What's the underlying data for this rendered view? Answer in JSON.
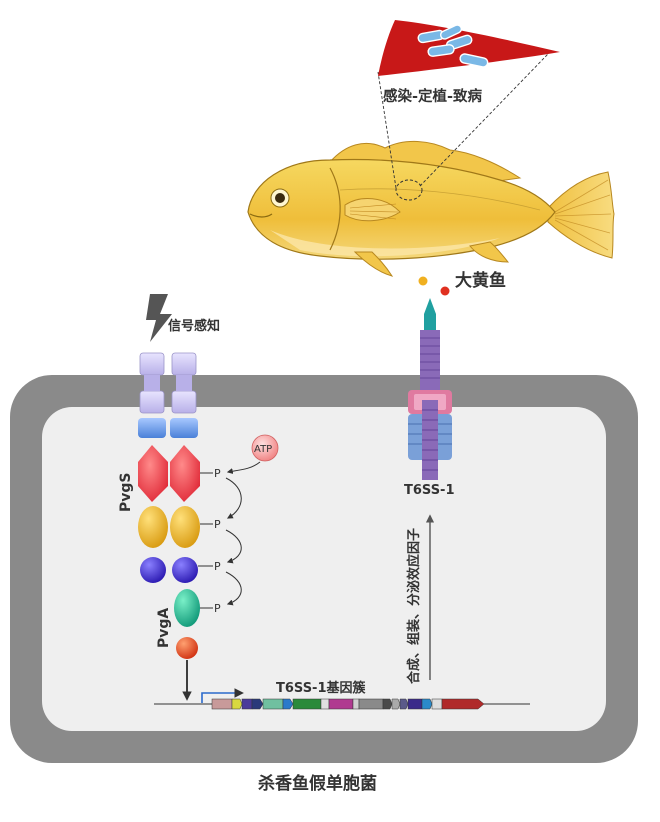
{
  "labels": {
    "infection_process": "感染-定植-致病",
    "fish_name": "大黄鱼",
    "signal_sensing": "信号感知",
    "atp": "ATP",
    "pvgs": "PvgS",
    "pvga": "PvgA",
    "phospho": "P",
    "t6ss": "T6SS-1",
    "gene_cluster": "T6SS-1基因簇",
    "effector_process": "合成、组装、分泌效应因子",
    "bacterium": "杀香鱼假单胞菌"
  },
  "colors": {
    "tissue_red": "#c81818",
    "bacteria_blue": "#7ab8e6",
    "fish_body": "#f0c040",
    "cell_wall": "#8a8a8a",
    "cytoplasm": "#f0f0f0",
    "receptor_periplasm": "#cfc9ee",
    "receptor_linker": "#6a9fe0",
    "receptor_hk": "#ee4a55",
    "receptor_rec": "#e8b020",
    "receptor_hpt": "#4a3ad8",
    "pvga_top": "#38c8a0",
    "pvga_bottom": "#e85030",
    "t6ss_purple": "#8a6ab8",
    "t6ss_blue": "#7aa0d8",
    "t6ss_pink": "#e07aa0",
    "t6ss_tip": "#20a0a0",
    "effector_yellow": "#f0b020",
    "effector_red": "#e03020",
    "promoter_arrow": "#2a6acc"
  },
  "icons": [
    "lightning-bolt-icon",
    "atp-molecule-icon",
    "up-arrow-icon",
    "down-arrow-icon",
    "promoter-arrow-icon"
  ]
}
